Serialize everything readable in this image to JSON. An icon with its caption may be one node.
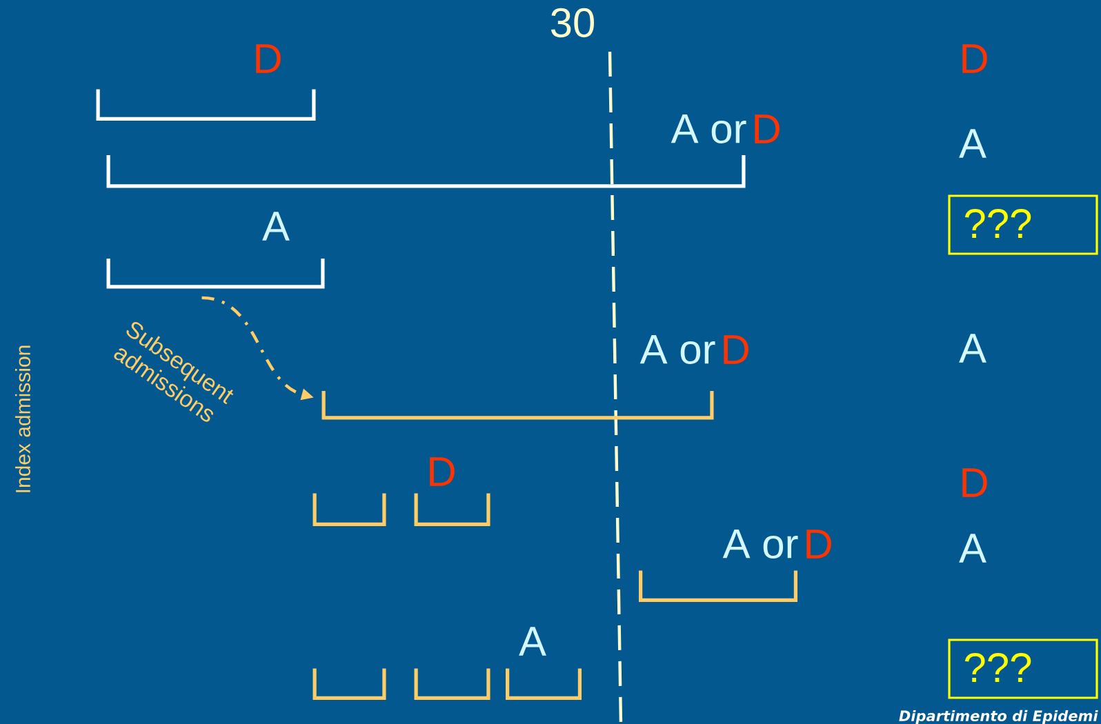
{
  "diagram": {
    "nodes": [
      {
        "text": [
          "D"
        ]
      },
      {
        "text": [
          "A or",
          "D"
        ]
      },
      {
        "text": [
          "A"
        ]
      },
      {
        "text": [
          "A or",
          "D"
        ]
      },
      {
        "text": [],
        "shape": "bracket"
      },
      {
        "text": [
          "D"
        ]
      },
      {
        "text": [
          "A or",
          "D"
        ]
      },
      {
        "text": [],
        "shape": "bracket"
      },
      {
        "text": [],
        "shape": "bracket"
      },
      {
        "text": [
          "A"
        ]
      },
      {
        "text": [
          "???"
        ]
      },
      {
        "text": [
          "???"
        ]
      }
    ],
    "edges": [
      {
        "from": 2,
        "to": 3,
        "arrow": "to",
        "style": "dashed",
        "color": "#ffcc66"
      }
    ],
    "labels": [
      "30",
      "D",
      "A",
      "A",
      "D",
      "A",
      "Index admission",
      "Subsequent admissions",
      "Dipartimento di Epidemi"
    ]
  }
}
